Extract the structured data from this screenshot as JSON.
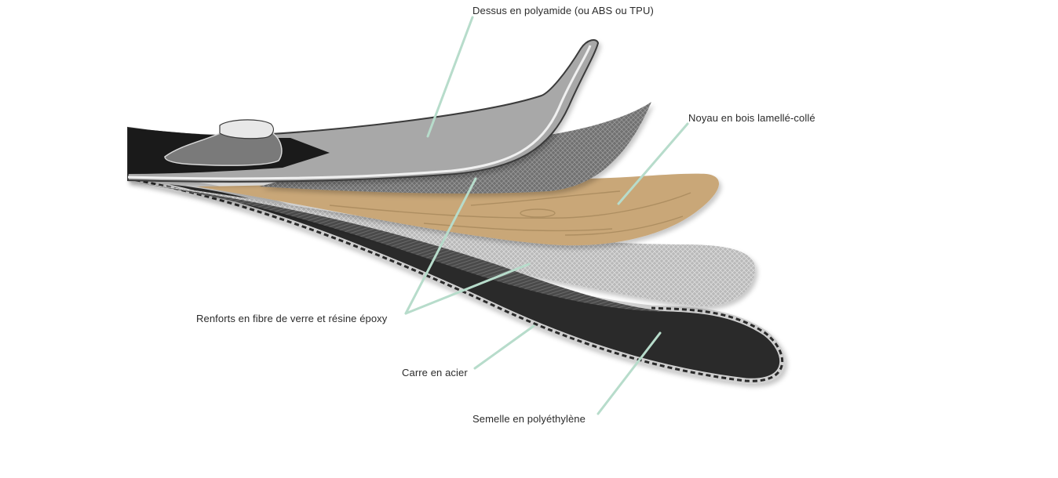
{
  "labels": {
    "top": "Dessus en polyamide (ou ABS ou TPU)",
    "core": "Noyau en bois lamellé-collé",
    "reinforcements": "Renforts en fibre de verre et résine époxy",
    "edge": "Carre en acier",
    "base": "Semelle en polyéthylène"
  },
  "colors": {
    "leader_line": "#b7dccb",
    "top_layer": "#a8a8a8",
    "core_wood": "#c9a778",
    "fiber_layer": "#7a7a7a",
    "base_layer": "#2a2a2a",
    "binding": "#1a1a1a"
  }
}
